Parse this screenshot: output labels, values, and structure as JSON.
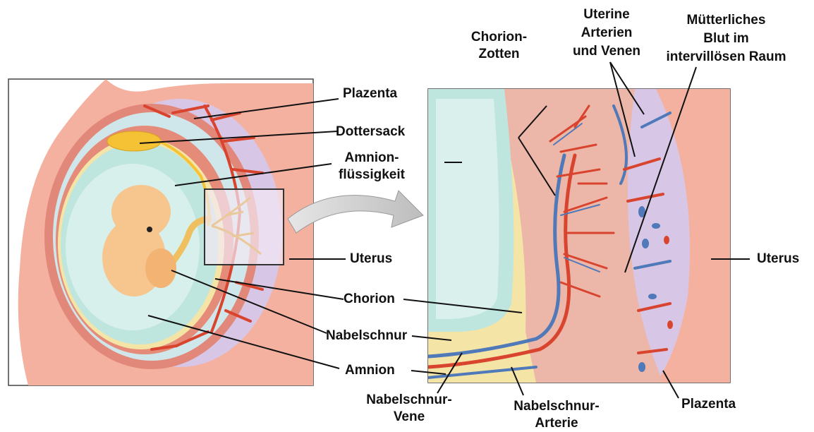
{
  "labels": {
    "plazenta_left": "Plazenta",
    "dottersack": "Dottersack",
    "amnion_fluid_1": "Amnion-",
    "amnion_fluid_2": "flüssigkeit",
    "uterus_mid": "Uterus",
    "chorion": "Chorion",
    "nabelschnur": "Nabelschnur",
    "amnion": "Amnion",
    "nabelschnur_vene_1": "Nabelschnur-",
    "nabelschnur_vene_2": "Vene",
    "nabelschnur_arterie_1": "Nabelschnur-",
    "nabelschnur_arterie_2": "Arterie",
    "chorion_zotten_1": "Chorion-",
    "chorion_zotten_2": "Zotten",
    "uterine_1": "Uterine",
    "uterine_2": "Arterien",
    "uterine_3": "und Venen",
    "muetter_1": "Mütterliches",
    "muetter_2": "Blut im",
    "muetter_3": "intervillösen Raum",
    "uterus_right": "Uterus",
    "plazenta_right": "Plazenta"
  },
  "colors": {
    "uterus": "#f4b1a0",
    "placenta": "#d8c6e6",
    "artery": "#d9442f",
    "vein": "#4f79b8",
    "amniotic_fluid": "#bfe6de",
    "embryo": "#f7c58e",
    "yolk_sac": "#f5c235",
    "chorion": "#f4e4a6",
    "arrow": "#c8c8c8"
  }
}
